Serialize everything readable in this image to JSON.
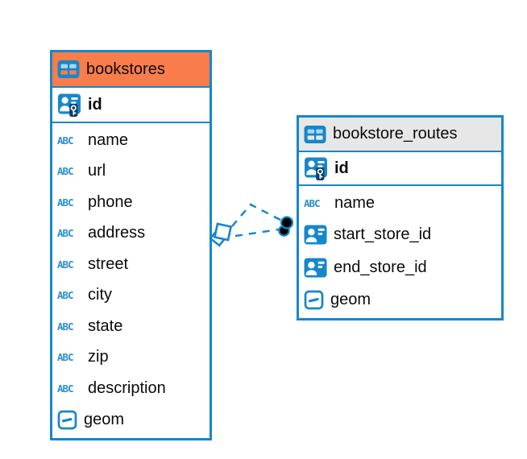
{
  "colors": {
    "accent_blue": "#1787c9",
    "header_orange": "#f97c4b",
    "header_gray": "#e7e7e7",
    "key_badge_navy": "#0e3f6e",
    "text": "#0b0b0b",
    "marker_black": "#000000"
  },
  "icons": {
    "text_label": "ABC"
  },
  "tables": [
    {
      "name": "bookstores",
      "header_style": "orange",
      "header_icon": "table-icon",
      "primary_key": {
        "name": "id",
        "icon": "primary-key-icon"
      },
      "fields": [
        {
          "name": "name",
          "icon": "text-icon"
        },
        {
          "name": "url",
          "icon": "text-icon"
        },
        {
          "name": "phone",
          "icon": "text-icon"
        },
        {
          "name": "address",
          "icon": "text-icon"
        },
        {
          "name": "street",
          "icon": "text-icon"
        },
        {
          "name": "city",
          "icon": "text-icon"
        },
        {
          "name": "state",
          "icon": "text-icon"
        },
        {
          "name": "zip",
          "icon": "text-icon"
        },
        {
          "name": "description",
          "icon": "text-icon"
        },
        {
          "name": "geom",
          "icon": "geometry-icon"
        }
      ]
    },
    {
      "name": "bookstore_routes",
      "header_style": "gray",
      "header_icon": "table-icon",
      "primary_key": {
        "name": "id",
        "icon": "primary-key-icon"
      },
      "fields": [
        {
          "name": "name",
          "icon": "text-icon"
        },
        {
          "name": "start_store_id",
          "icon": "reference-icon"
        },
        {
          "name": "end_store_id",
          "icon": "reference-icon"
        },
        {
          "name": "geom",
          "icon": "geometry-icon"
        }
      ]
    }
  ],
  "relationships": [
    {
      "from_table": "bookstores",
      "to_table": "bookstore_routes",
      "line_style": "dashed",
      "source_marker": "diamond",
      "target_marker": "filled-circle"
    },
    {
      "from_table": "bookstores",
      "to_table": "bookstore_routes",
      "line_style": "dashed",
      "source_marker": "diamond",
      "target_marker": "filled-circle"
    }
  ]
}
